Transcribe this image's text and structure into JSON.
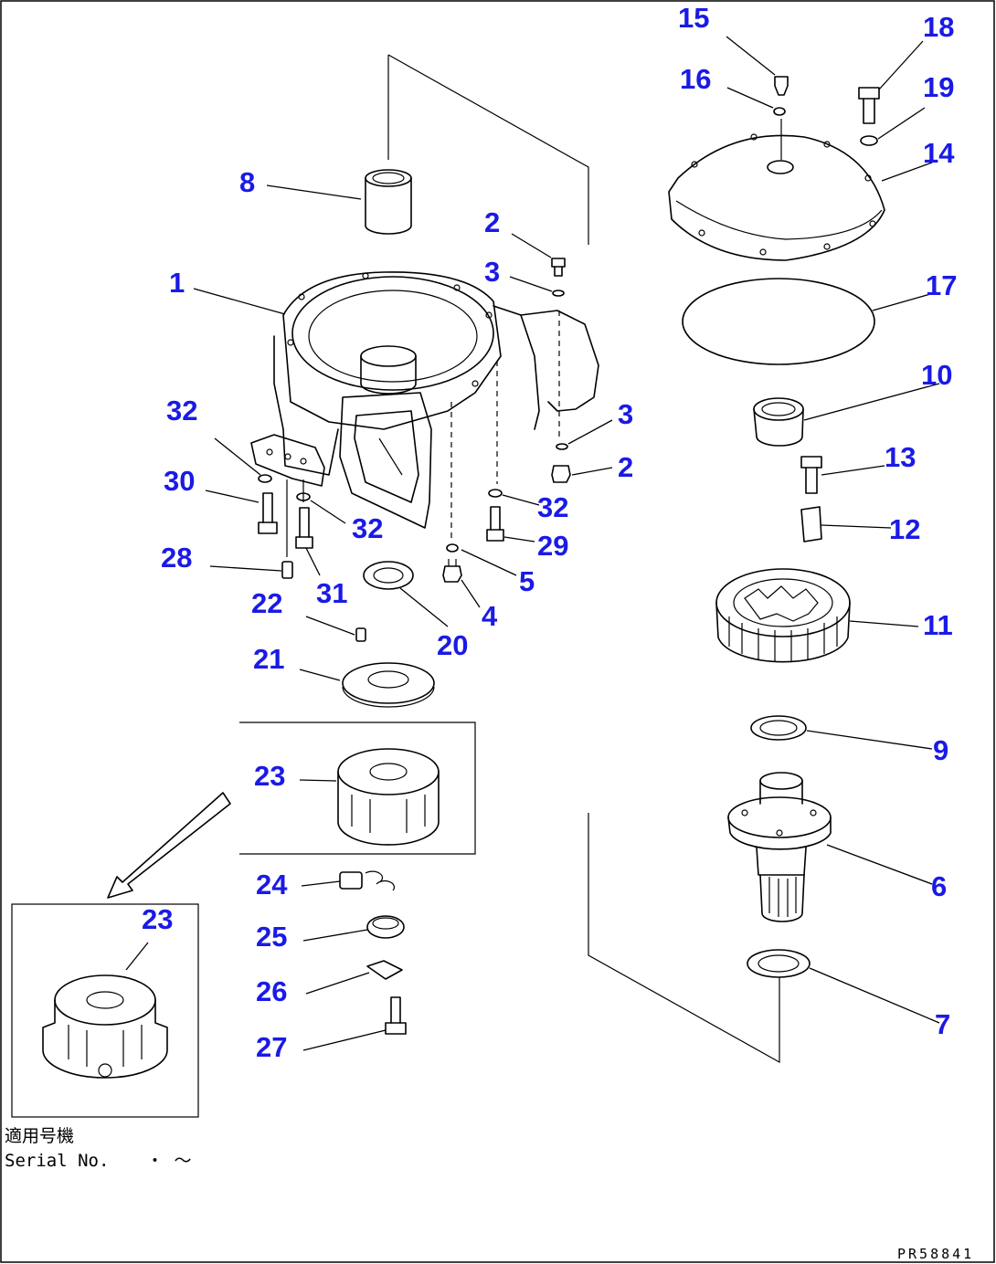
{
  "diagram": {
    "callouts": [
      {
        "id": "c-1",
        "text": "1",
        "part": "1"
      },
      {
        "id": "c-2a",
        "text": "2",
        "part": "2"
      },
      {
        "id": "c-2b",
        "text": "2",
        "part": "2"
      },
      {
        "id": "c-3a",
        "text": "3",
        "part": "3"
      },
      {
        "id": "c-3b",
        "text": "3",
        "part": "3"
      },
      {
        "id": "c-4",
        "text": "4",
        "part": "4"
      },
      {
        "id": "c-5",
        "text": "5",
        "part": "5"
      },
      {
        "id": "c-6",
        "text": "6",
        "part": "6"
      },
      {
        "id": "c-7",
        "text": "7",
        "part": "7"
      },
      {
        "id": "c-8",
        "text": "8",
        "part": "8"
      },
      {
        "id": "c-9",
        "text": "9",
        "part": "9"
      },
      {
        "id": "c-10",
        "text": "10",
        "part": "10"
      },
      {
        "id": "c-11",
        "text": "11",
        "part": "11"
      },
      {
        "id": "c-12",
        "text": "12",
        "part": "12"
      },
      {
        "id": "c-13",
        "text": "13",
        "part": "13"
      },
      {
        "id": "c-14",
        "text": "14",
        "part": "14"
      },
      {
        "id": "c-15",
        "text": "15",
        "part": "15"
      },
      {
        "id": "c-16",
        "text": "16",
        "part": "16"
      },
      {
        "id": "c-17",
        "text": "17",
        "part": "17"
      },
      {
        "id": "c-18",
        "text": "18",
        "part": "18"
      },
      {
        "id": "c-19",
        "text": "19",
        "part": "19"
      },
      {
        "id": "c-20",
        "text": "20",
        "part": "20"
      },
      {
        "id": "c-21",
        "text": "21",
        "part": "21"
      },
      {
        "id": "c-22",
        "text": "22",
        "part": "22"
      },
      {
        "id": "c-23a",
        "text": "23",
        "part": "23"
      },
      {
        "id": "c-23b",
        "text": "23",
        "part": "23"
      },
      {
        "id": "c-24",
        "text": "24",
        "part": "24"
      },
      {
        "id": "c-25",
        "text": "25",
        "part": "25"
      },
      {
        "id": "c-26",
        "text": "26",
        "part": "26"
      },
      {
        "id": "c-27",
        "text": "27",
        "part": "27"
      },
      {
        "id": "c-28",
        "text": "28",
        "part": "28"
      },
      {
        "id": "c-29",
        "text": "29",
        "part": "29"
      },
      {
        "id": "c-30",
        "text": "30",
        "part": "30"
      },
      {
        "id": "c-31",
        "text": "31",
        "part": "31"
      },
      {
        "id": "c-32a",
        "text": "32",
        "part": "32"
      },
      {
        "id": "c-32b",
        "text": "32",
        "part": "32"
      },
      {
        "id": "c-32c",
        "text": "32",
        "part": "32"
      }
    ],
    "serial_label_jp": "適用号機",
    "serial_label_en": "Serial No.",
    "serial_range": "・ ～",
    "drawing_code": "PR58841",
    "colors": {
      "callout": "#1a1ae6",
      "line": "#000000",
      "background": "#ffffff"
    }
  }
}
